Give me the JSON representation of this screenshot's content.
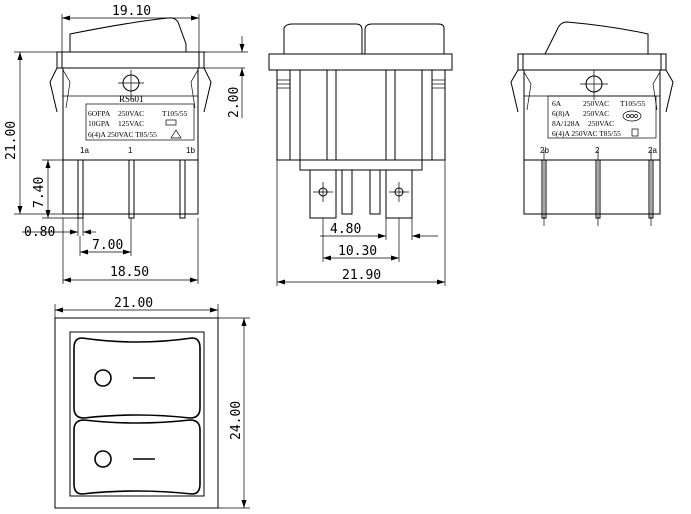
{
  "front_view": {
    "dims": {
      "top_width": "19.10",
      "height": "21.00",
      "offset": "2.00",
      "pin_height": "7.40",
      "pin_thickness": "0.80",
      "pin_pitch": "7.00",
      "body_width": "18.50"
    },
    "label": {
      "model": "RS601",
      "row1": [
        "6OFPA",
        "250VAC",
        "T105/55"
      ],
      "row2": [
        "10GPA",
        "125VAC"
      ],
      "row3": "6(4)A 250VAC T85/55"
    },
    "pins": [
      "1a",
      "1",
      "1b"
    ]
  },
  "side_view": {
    "dims": {
      "terminal_width": "4.80",
      "terminal_spacing": "10.30",
      "overall_width": "21.90"
    }
  },
  "right_view": {
    "label": {
      "row1": [
        "6A",
        "250VAC",
        "T105/55"
      ],
      "row2": [
        "6(8)A",
        "250VAC"
      ],
      "row3": [
        "8A/128A",
        "250VAC"
      ],
      "row4": "6(4)A 250VAC T85/55"
    },
    "pins": [
      "2b",
      "2",
      "2a"
    ]
  },
  "top_view": {
    "dims": {
      "width": "21.00",
      "height": "24.00"
    },
    "rockers": [
      {
        "off_symbol": "O",
        "on_symbol": "—"
      },
      {
        "off_symbol": "O",
        "on_symbol": "—"
      }
    ]
  }
}
